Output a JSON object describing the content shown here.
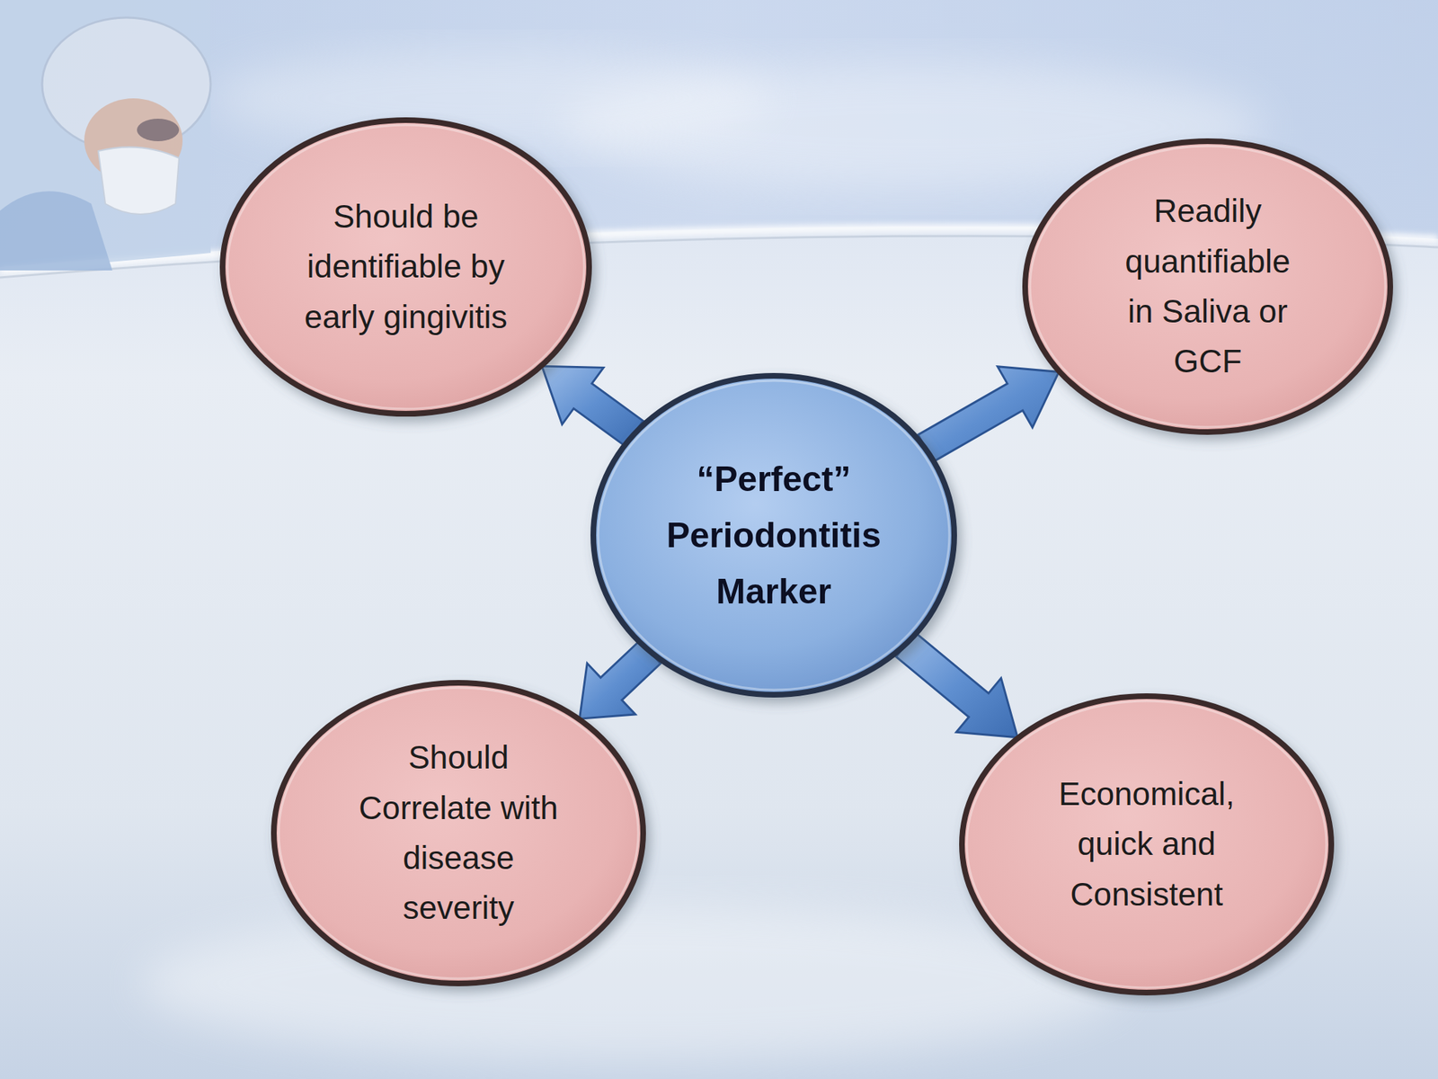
{
  "diagram": {
    "nodes": [
      {
        "text": [
          "Should be identifiable by early gingivitis"
        ]
      },
      {
        "text": [
          "Readily quantifiable in Saliva or GCF"
        ]
      },
      {
        "text": [
          "“Perfect” Periodontitis Marker"
        ]
      },
      {
        "text": [
          "Should Correlate with disease severity"
        ]
      },
      {
        "text": [
          "Economical, quick and Consistent"
        ]
      }
    ],
    "edges": [
      {
        "from": 2,
        "to": 0,
        "arrow": "to"
      },
      {
        "from": 2,
        "to": 1,
        "arrow": "to"
      },
      {
        "from": 2,
        "to": 3,
        "arrow": "to"
      },
      {
        "from": 2,
        "to": 4,
        "arrow": "to"
      }
    ]
  }
}
